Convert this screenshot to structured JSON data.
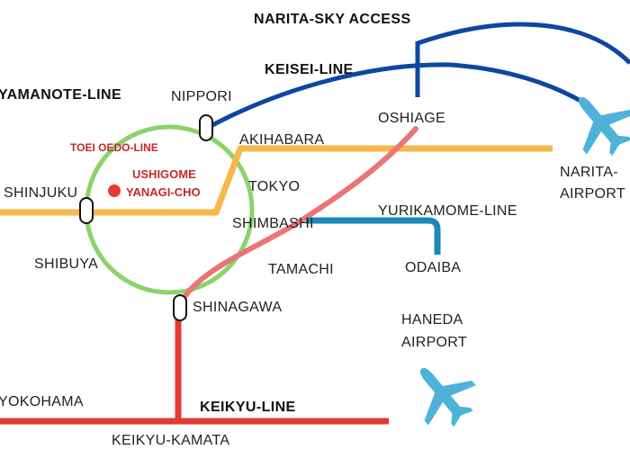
{
  "map": {
    "line_labels": {
      "narita_sky_access": "NARITA-SKY ACCESS",
      "keisei": "KEISEI-LINE",
      "yamanote": "YAMANOTE-LINE",
      "toei_oedo": "TOEI OEDO-LINE",
      "yurikamome": "YURIKAMOME-LINE",
      "keikyu": "KEIKYU-LINE"
    },
    "stations": {
      "nippori": "NIPPORI",
      "akihabara": "AKIHABARA",
      "oshiage": "OSHIAGE",
      "shinjuku": "SHINJUKU",
      "tokyo": "TOKYO",
      "shimbashi": "SHIMBASHI",
      "shibuya": "SHIBUYA",
      "tamachi": "TAMACHI",
      "odaiba": "ODAIBA",
      "shinagawa": "SHINAGAWA",
      "yokohama": "YOKOHAMA",
      "keikyu_kamata": "KEIKYU-KAMATA"
    },
    "highlight": {
      "line1": "USHIGOME",
      "line2": "YANAGI-CHO"
    },
    "airports": {
      "narita_line1": "NARITA-",
      "narita_line2": "AIRPORT",
      "haneda_line1": "HANEDA",
      "haneda_line2": "AIRPORT"
    },
    "colors": {
      "keisei_line": "#0d47a1",
      "yamanote_line": "#8bd36b",
      "chuo_line": "#f6b74b",
      "oedo_line": "#eb7474",
      "yurikamome_line": "#1e88b8",
      "keikyu_line": "#e53935",
      "highlight_text": "#c62828",
      "airplane": "#4fb3d9"
    },
    "icons": [
      "airplane-icon",
      "location-dot-icon"
    ]
  }
}
